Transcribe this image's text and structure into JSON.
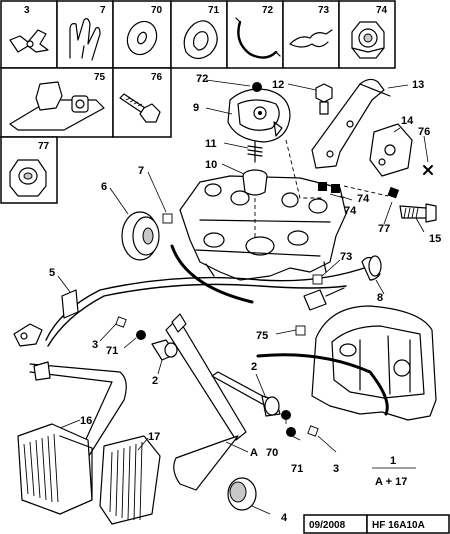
{
  "legend_cells": {
    "row1": [
      "3",
      "7",
      "70",
      "71",
      "72",
      "73",
      "74"
    ],
    "row2": [
      "75",
      "76"
    ],
    "row3": [
      "77"
    ]
  },
  "callouts": {
    "c72": "72",
    "c9": "9",
    "c11": "11",
    "c10": "10",
    "c12": "12",
    "c13": "13",
    "c14": "14",
    "c76": "76",
    "c74a": "74",
    "c74b": "74",
    "c77": "77",
    "c15": "15",
    "c7": "7",
    "c6": "6",
    "c73": "73",
    "c8": "8",
    "c5": "5",
    "c75": "75",
    "c3a": "3",
    "c71a": "71",
    "c2a": "2",
    "c2b": "2",
    "c16": "16",
    "c17": "17",
    "cA": "A",
    "c70": "70",
    "c71b": "71",
    "c3b": "3",
    "c4": "4",
    "c1": "1"
  },
  "note": {
    "line1": "1",
    "line2": "A + 17"
  },
  "footer": {
    "date": "09/2008",
    "reference": "HF 16A10A"
  }
}
